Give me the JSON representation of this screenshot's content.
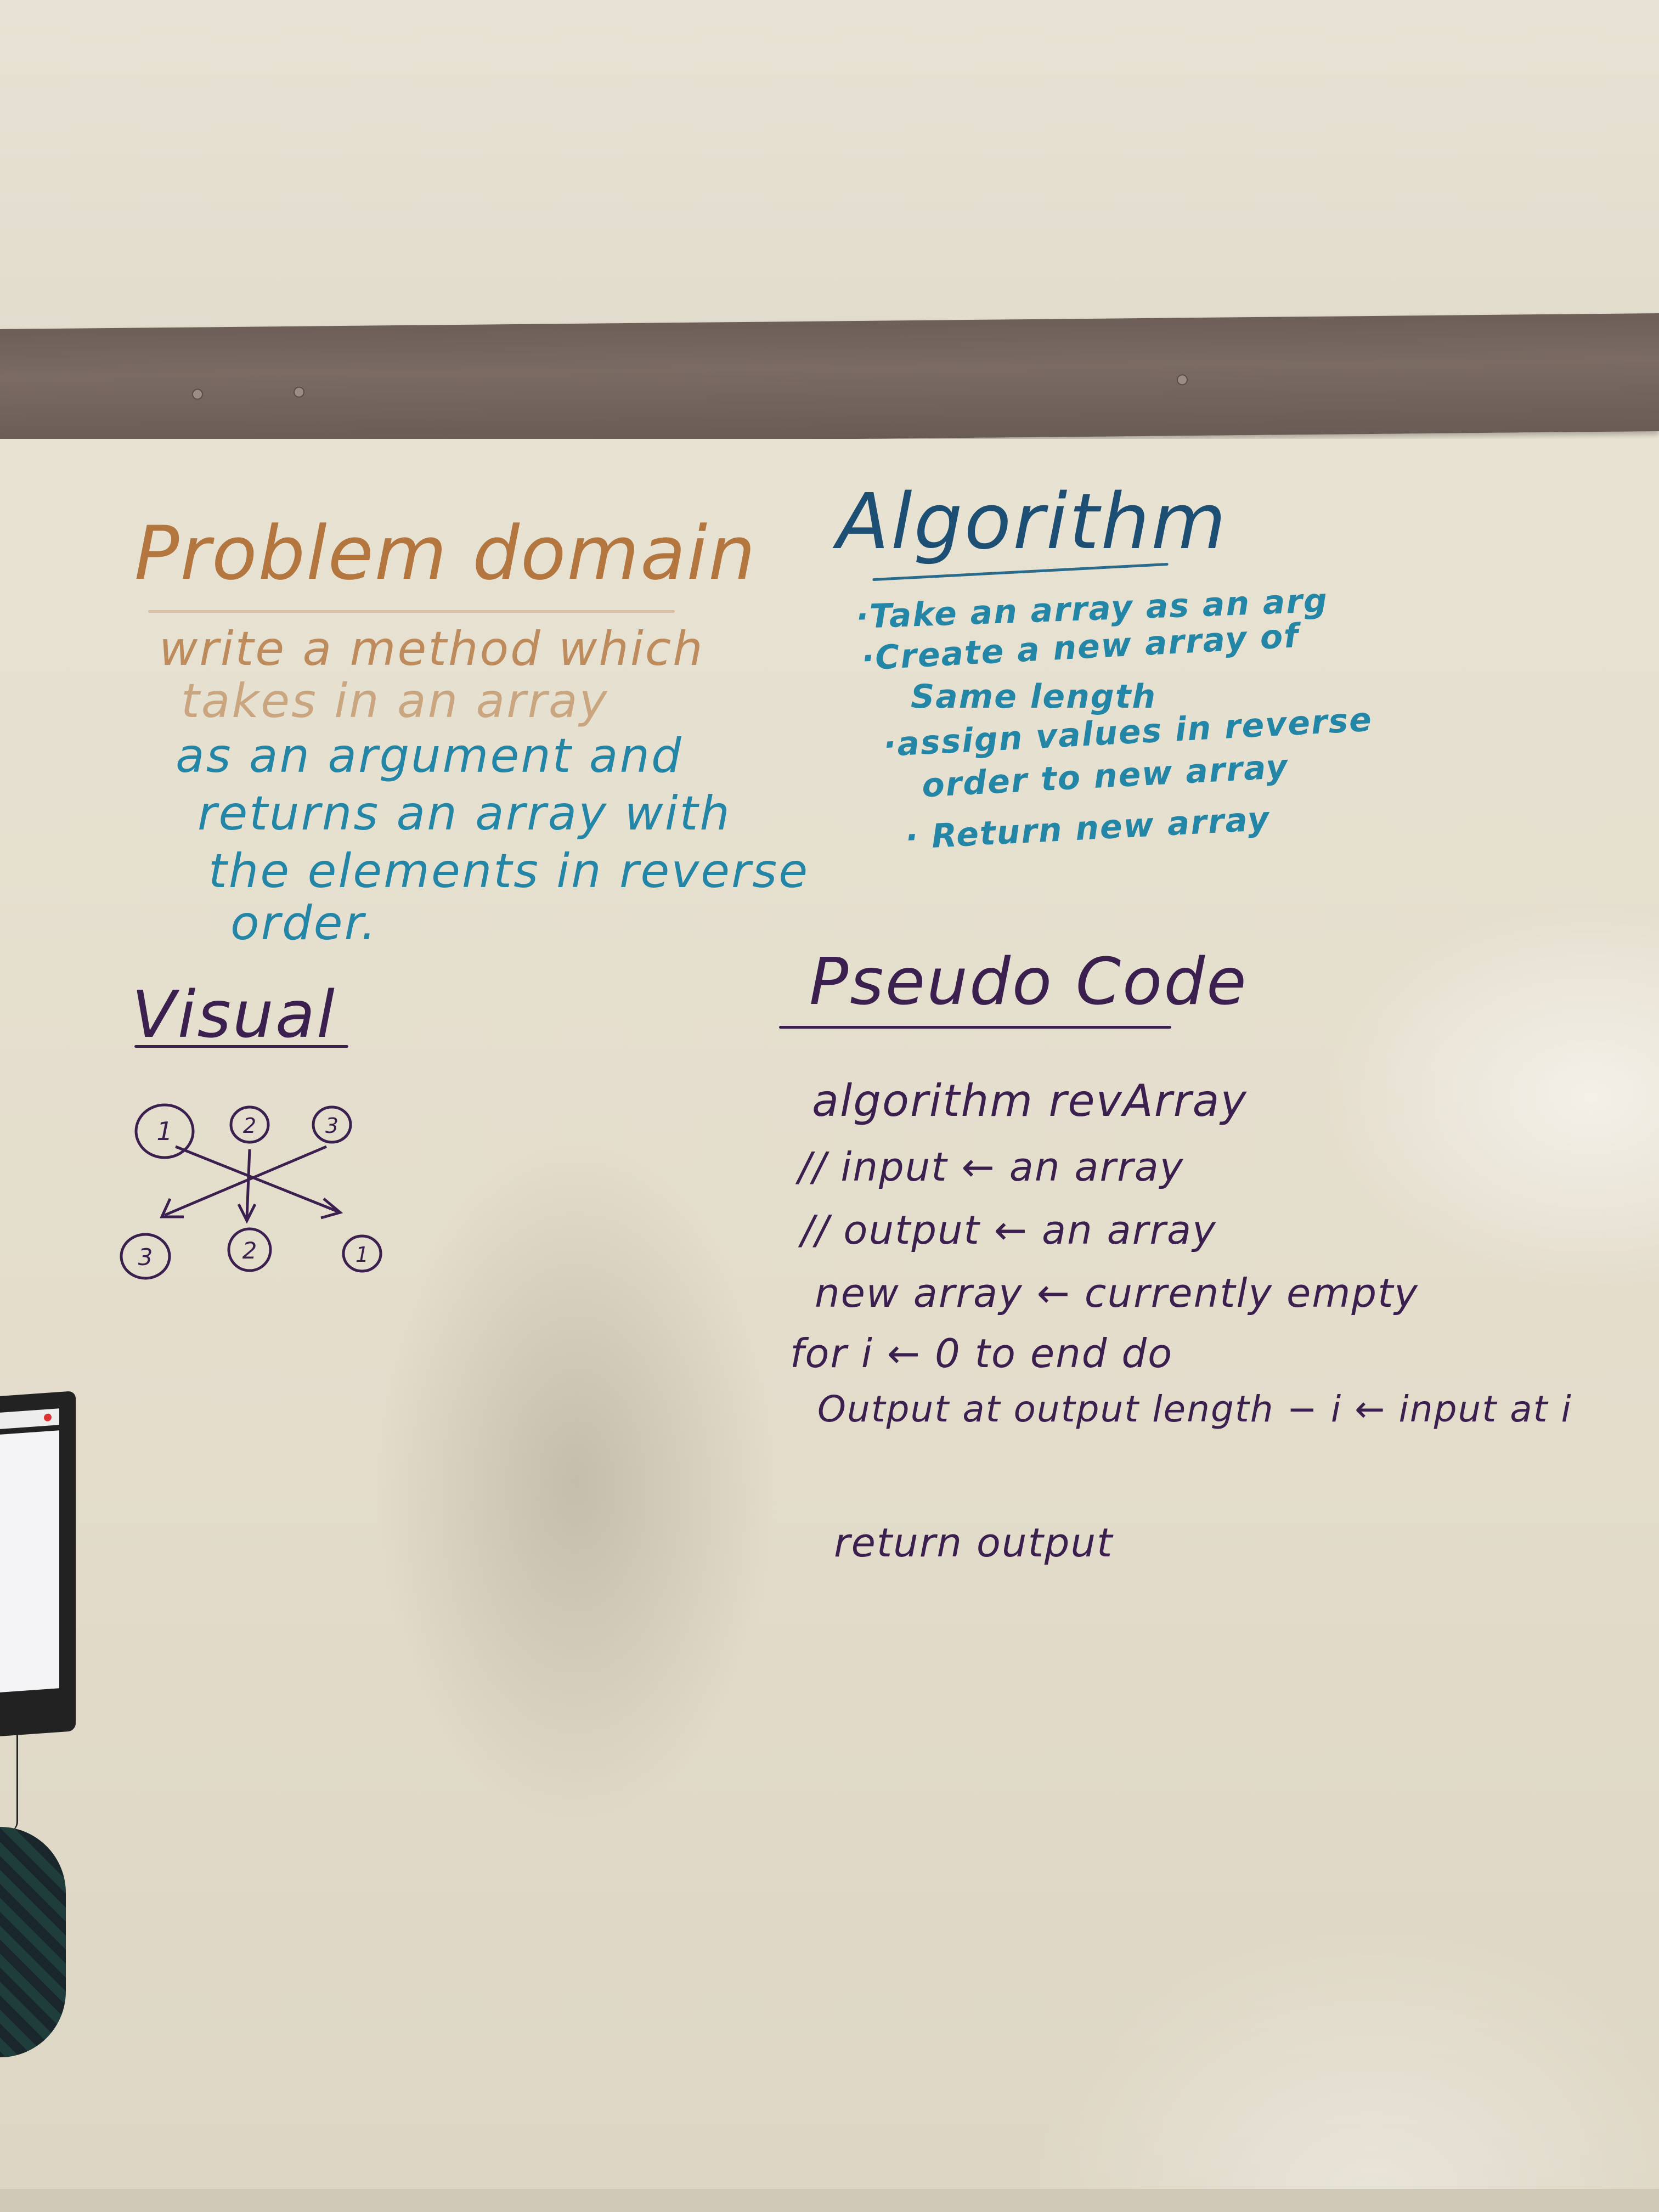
{
  "whiteboard": {
    "problem_domain": {
      "title": "Problem domain",
      "lines": [
        "write a method which",
        "takes in an array",
        "as an argument and",
        "returns an array with",
        "the elements in reverse",
        "order."
      ]
    },
    "algorithm": {
      "title": "Algorithm",
      "lines": [
        "·Take an array as an arg",
        "·Create a new array of",
        "Same length",
        "·assign values in reverse",
        "order to new array",
        "· Return new array"
      ]
    },
    "visual": {
      "title": "Visual",
      "top_nodes": [
        "1",
        "2",
        "3"
      ],
      "bottom_nodes": [
        "3",
        "2",
        "1"
      ]
    },
    "pseudo_code": {
      "title": "Pseudo Code",
      "lines": [
        "algorithm revArray",
        "// input ← an array",
        "// output ← an array",
        "new array ← currently empty",
        "for i ← 0 to end do",
        "Output at output length − i ← input at i",
        "return output"
      ]
    }
  },
  "colors": {
    "problem_domain": "#b4763f",
    "algorithm_text": "#2386a6",
    "algorithm_title": "#1c4f73",
    "marker_purple": "#3a1f4f",
    "board": "#e5dfcf",
    "rail": "#6d5f58"
  }
}
